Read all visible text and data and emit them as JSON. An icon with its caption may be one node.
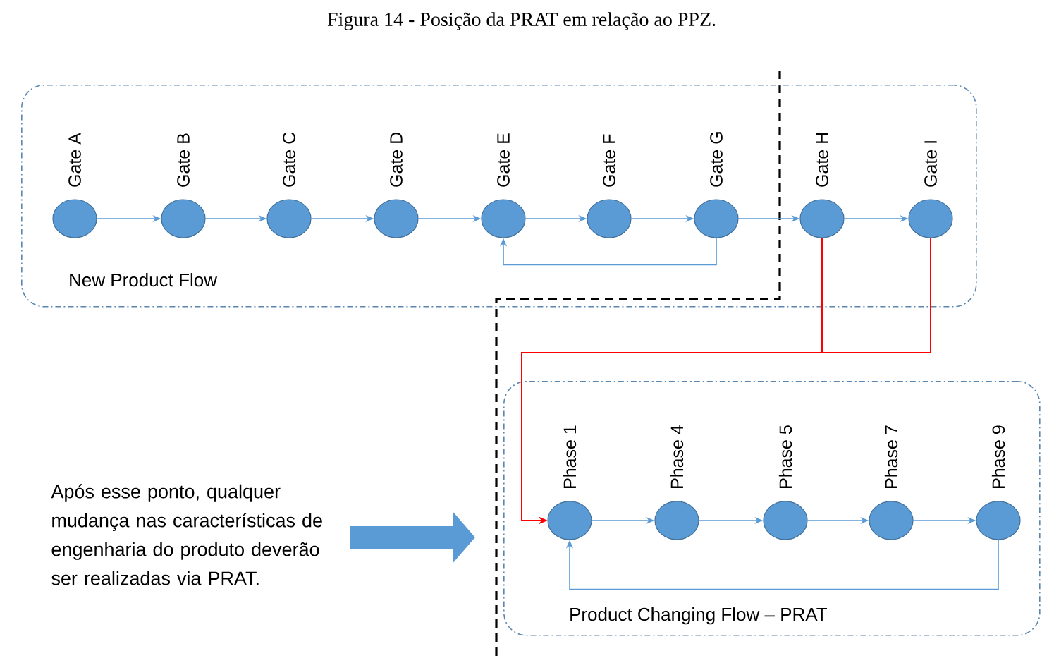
{
  "diagram": {
    "title": "Figura 14 - Posição da PRAT em relação ao PPZ.",
    "nodes": [
      {
        "text": [
          "New Product Flow"
        ]
      },
      {
        "text": [
          "Gate A"
        ],
        "in": 0
      },
      {
        "text": [
          "Gate B"
        ],
        "in": 0
      },
      {
        "text": [
          "Gate C"
        ],
        "in": 0
      },
      {
        "text": [
          "Gate D"
        ],
        "in": 0
      },
      {
        "text": [
          "Gate E"
        ],
        "in": 0
      },
      {
        "text": [
          "Gate F"
        ],
        "in": 0
      },
      {
        "text": [
          "Gate G"
        ],
        "in": 0
      },
      {
        "text": [
          "Gate H"
        ],
        "in": 0
      },
      {
        "text": [
          "Gate I"
        ],
        "in": 0
      },
      {
        "text": [
          "Product Changing Flow – PRAT"
        ]
      },
      {
        "text": [
          "Phase 1"
        ],
        "in": 10
      },
      {
        "text": [
          "Phase 4"
        ],
        "in": 10
      },
      {
        "text": [
          "Phase 5"
        ],
        "in": 10
      },
      {
        "text": [
          "Phase 7"
        ],
        "in": 10
      },
      {
        "text": [
          "Phase 9"
        ],
        "in": 10
      },
      {
        "text": [
          "Após esse ponto, qualquer mudança nas características de engenharia do produto deverão ser realizadas via PRAT."
        ]
      }
    ],
    "edges": [
      {
        "from": 1,
        "to": 2,
        "arrow": "to"
      },
      {
        "from": 2,
        "to": 3,
        "arrow": "to"
      },
      {
        "from": 3,
        "to": 4,
        "arrow": "to"
      },
      {
        "from": 4,
        "to": 5,
        "arrow": "to"
      },
      {
        "from": 5,
        "to": 6,
        "arrow": "to"
      },
      {
        "from": 6,
        "to": 7,
        "arrow": "to"
      },
      {
        "from": 7,
        "to": 8,
        "arrow": "to"
      },
      {
        "from": 8,
        "to": 9,
        "arrow": "to"
      },
      {
        "from": 7,
        "to": 5,
        "arrow": "to"
      },
      {
        "from": 8,
        "to": 11,
        "arrow": "to",
        "color": "#ff0000"
      },
      {
        "from": 9,
        "to": 11,
        "arrow": "to",
        "color": "#ff0000"
      },
      {
        "from": 11,
        "to": 12,
        "arrow": "to"
      },
      {
        "from": 12,
        "to": 13,
        "arrow": "to"
      },
      {
        "from": 13,
        "to": 14,
        "arrow": "to"
      },
      {
        "from": 14,
        "to": 15,
        "arrow": "to"
      },
      {
        "from": 15,
        "to": 11,
        "arrow": "to"
      },
      {
        "from": 16,
        "to": 10,
        "arrow": "to",
        "style": "thick"
      }
    ]
  }
}
